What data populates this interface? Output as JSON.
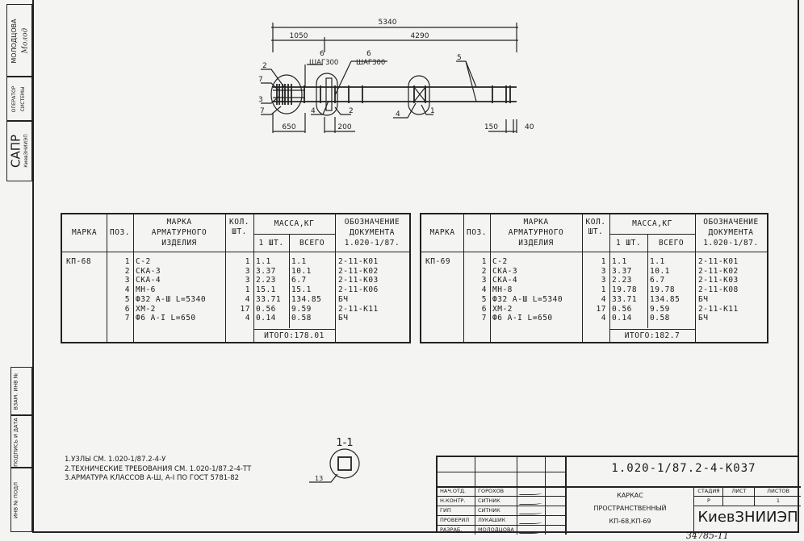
{
  "left_stamps": {
    "top": [
      {
        "label": "МОЛОДЦОВА",
        "signature": "Молод"
      },
      {
        "label1": "ОПЕРАТОР",
        "label2": "СИСТЕМЫ"
      },
      {
        "label1": "САПР",
        "label2": "КиевЗНИИЭП"
      }
    ],
    "bottom": [
      "ВЗАМ. ИНВ №",
      "ПОДПИСЬ И ДАТА",
      "ИНВ № ПОДЛ"
    ]
  },
  "drawing": {
    "dims": {
      "total": "5340",
      "left": "1050",
      "right": "4290",
      "d650": "650",
      "d200": "200",
      "d150": "150",
      "d40": "40"
    },
    "labels": {
      "p2a": "2",
      "p7a": "7",
      "p3": "3",
      "p7b": "7",
      "p6a": "6",
      "p6b": "6",
      "step_a": "ШАГ300",
      "step_b": "ШАГ300",
      "p4a": "4",
      "p2b": "2",
      "p4b": "4",
      "p1": "1",
      "p5": "5"
    },
    "section": {
      "title": "1-1",
      "callout": "13"
    }
  },
  "spec_headers": {
    "mark": "МАРКА",
    "pos": "ПОЗ.",
    "item1": "МАРКА",
    "item2": "АРМАТУРНОГО",
    "item3": "ИЗДЕЛИЯ",
    "qty1": "КОЛ.",
    "qty2": "ШТ.",
    "mass": "МАССА,КГ",
    "mass_one": "1 ШТ.",
    "mass_total": "ВСЕГО",
    "doc1": "ОБОЗНАЧЕНИЕ",
    "doc2": "ДОКУМЕНТА",
    "doc3": "1.020-1/87."
  },
  "tables": [
    {
      "mark": "КП-68",
      "total": "ИТОГО:178.01",
      "rows": [
        {
          "pos": "1",
          "item": "С-2",
          "qty": "1",
          "one": "1.1",
          "all": "1.1",
          "doc": "2-11-К01"
        },
        {
          "pos": "2",
          "item": "СКА-3",
          "qty": "3",
          "one": "3.37",
          "all": "10.1",
          "doc": "2-11-К02"
        },
        {
          "pos": "3",
          "item": "СКА-4",
          "qty": "3",
          "one": "2.23",
          "all": "6.7",
          "doc": "2-11-К03"
        },
        {
          "pos": "4",
          "item": "МН-6",
          "qty": "1",
          "one": "15.1",
          "all": "15.1",
          "doc": "2-11-К06"
        },
        {
          "pos": "5",
          "item": "Ф32 А-Ш L=5340",
          "qty": "4",
          "one": "33.71",
          "all": "134.85",
          "doc": "БЧ"
        },
        {
          "pos": "6",
          "item": "ХМ-2",
          "qty": "17",
          "one": "0.56",
          "all": "9.59",
          "doc": "2-11-К11"
        },
        {
          "pos": "7",
          "item": "Ф6 А-I L=650",
          "qty": "4",
          "one": "0.14",
          "all": "0.58",
          "doc": "БЧ"
        }
      ]
    },
    {
      "mark": "КП-69",
      "total": "ИТОГО:182.7",
      "rows": [
        {
          "pos": "1",
          "item": "С-2",
          "qty": "1",
          "one": "1.1",
          "all": "1.1",
          "doc": "2-11-К01"
        },
        {
          "pos": "2",
          "item": "СКА-3",
          "qty": "3",
          "one": "3.37",
          "all": "10.1",
          "doc": "2-11-К02"
        },
        {
          "pos": "3",
          "item": "СКА-4",
          "qty": "3",
          "one": "2.23",
          "all": "6.7",
          "doc": "2-11-К03"
        },
        {
          "pos": "4",
          "item": "МН-8",
          "qty": "1",
          "one": "19.78",
          "all": "19.78",
          "doc": "2-11-К08"
        },
        {
          "pos": "5",
          "item": "Ф32 А-Ш L=5340",
          "qty": "4",
          "one": "33.71",
          "all": "134.85",
          "doc": "БЧ"
        },
        {
          "pos": "6",
          "item": "ХМ-2",
          "qty": "17",
          "one": "0.56",
          "all": "9.59",
          "doc": "2-11-К11"
        },
        {
          "pos": "7",
          "item": "Ф6 А-I L=650",
          "qty": "4",
          "one": "0.14",
          "all": "0.58",
          "doc": "БЧ"
        }
      ]
    }
  ],
  "notes": [
    "1.УЗЛЫ СМ. 1.020-1/87.2-4-У",
    "2.ТЕХНИЧЕСКИЕ ТРЕБОВАНИЯ СМ. 1.020-1/87.2-4-ТТ",
    "3.АРМАТУРА КЛАССОВ А-Ш, А-I ПО ГОСТ 5781-82"
  ],
  "title_block": {
    "code": "1.020-1/87.2-4-К037",
    "title1": "КАРКАС",
    "title2": "ПРОСТРАНСТВЕННЫЙ",
    "title3": "КП-68,КП-69",
    "stage_label": "СТАДИЯ",
    "sheet_label": "ЛИСТ",
    "sheets_label": "ЛИСТОВ",
    "stage": "Р",
    "sheets": "1",
    "org": "КиевЗНИИЭП",
    "signers": [
      {
        "role": "НАЧ.ОТД.",
        "name": "ГОРОХОВ"
      },
      {
        "role": "Н.КОНТР.",
        "name": "СИТНИК"
      },
      {
        "role": "ГИП",
        "name": "СИТНИК"
      },
      {
        "role": "ПРОВЕРИЛ",
        "name": "ЛУКАШИК"
      },
      {
        "role": "РАЗРАБ.",
        "name": "МОЛОДЦОВА"
      }
    ],
    "archive_number": "34785-11"
  }
}
